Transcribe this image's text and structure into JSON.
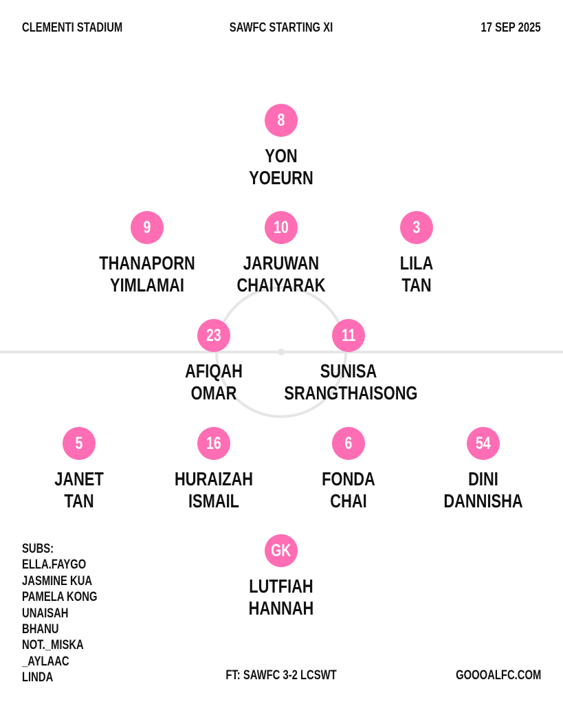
{
  "header": {
    "venue": "CLEMENTI STADIUM",
    "title": "SAWFC STARTING XI",
    "date": "17 SEP 2025"
  },
  "colors": {
    "badge": "#ff6eb4",
    "pitch_lines": "#e6e6e6"
  },
  "players": [
    {
      "number": "8",
      "first": "YON",
      "last": "YOEURN",
      "row": 0,
      "col": 0
    },
    {
      "number": "9",
      "first": "THANAPORN",
      "last": "YIMLAMAI",
      "row": 1,
      "col": 0
    },
    {
      "number": "10",
      "first": "JARUWAN",
      "last": "CHAIYARAK",
      "row": 1,
      "col": 1
    },
    {
      "number": "3",
      "first": "LILA",
      "last": "TAN",
      "row": 1,
      "col": 2
    },
    {
      "number": "23",
      "first": "AFIQAH",
      "last": "OMAR",
      "row": 2,
      "col": 0
    },
    {
      "number": "11",
      "first": "SUNISA",
      "last": "SRANGTHAISONG",
      "row": 2,
      "col": 1
    },
    {
      "number": "5",
      "first": "JANET",
      "last": "TAN",
      "row": 3,
      "col": 0
    },
    {
      "number": "16",
      "first": "HURAIZAH",
      "last": "ISMAIL",
      "row": 3,
      "col": 1
    },
    {
      "number": "6",
      "first": "FONDA",
      "last": "CHAI",
      "row": 3,
      "col": 2
    },
    {
      "number": "54",
      "first": "DINI",
      "last": "DANNISHA",
      "row": 3,
      "col": 3
    },
    {
      "number": "GK",
      "first": "LUTFIAH",
      "last": "HANNAH",
      "row": 4,
      "col": 0
    }
  ],
  "subs": {
    "label": "SUBS:",
    "names": [
      "ELLA.FAYGO",
      "JASMINE KUA",
      "PAMELA KONG",
      "UNAISAH",
      "BHANU",
      "NOT._MISKA",
      "_AYLAAC",
      "LINDA"
    ]
  },
  "footer": {
    "result": "FT: SAWFC 3-2 LCSWT",
    "site": "GOOOALFC.COM"
  }
}
